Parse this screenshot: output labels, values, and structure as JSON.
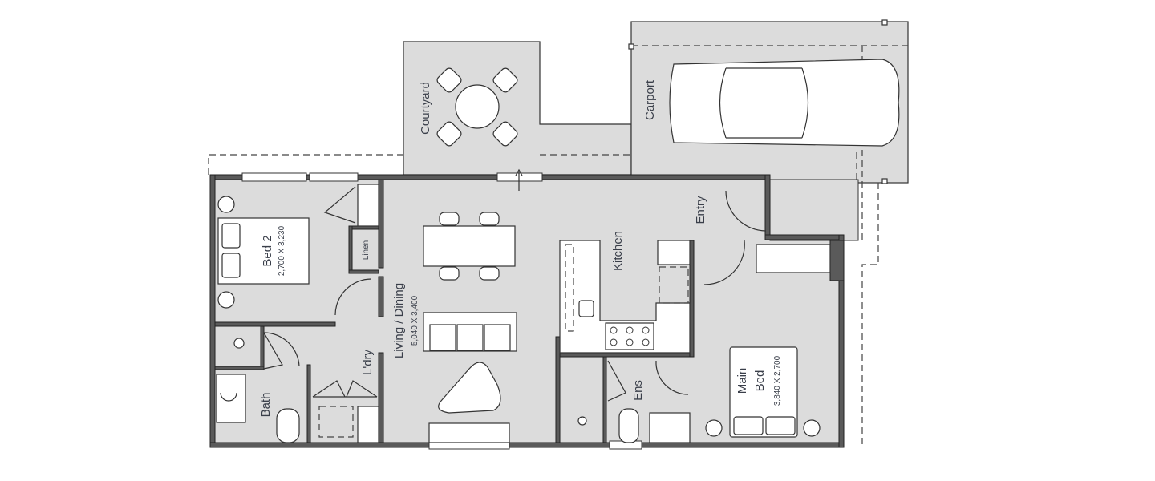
{
  "plan": {
    "rooms": {
      "bed2": {
        "name": "Bed 2",
        "size": "2,700 X 3,230"
      },
      "linen": {
        "name": "Linen"
      },
      "living": {
        "name": "Living / Dining",
        "size": "5,040 X 3,400"
      },
      "laundry": {
        "name": "L'dry"
      },
      "bath": {
        "name": "Bath"
      },
      "kitchen": {
        "name": "Kitchen"
      },
      "entry": {
        "name": "Entry"
      },
      "ensuite": {
        "name": "Ens"
      },
      "main_bed": {
        "name_line1": "Main",
        "name_line2": "Bed",
        "size": "3,840 X 2,700"
      },
      "courtyard": {
        "name": "Courtyard"
      },
      "carport": {
        "name": "Carport"
      }
    },
    "colors": {
      "floor": "#dcdcdc",
      "wall": "#5a5a5a",
      "label": "#3a3f4a"
    }
  }
}
